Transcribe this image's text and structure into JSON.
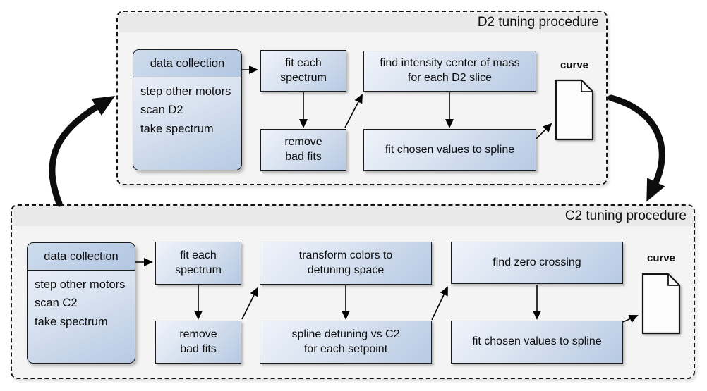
{
  "colors": {
    "node-light": "#eff3fa",
    "node-mid": "#d8e2f0",
    "node-dark": "#b7c9e3",
    "header-light": "#cedbed",
    "header-dark": "#b2c7e2",
    "group-bg": "#f4f4f4",
    "band-bg": "#e9e9e9",
    "line": "#141414"
  },
  "d2": {
    "title": "D2 tuning procedure",
    "curve_label": "curve",
    "nodes": {
      "data_collection": {
        "header": "data collection",
        "lines": [
          "step other motors",
          "scan D2",
          "take spectrum"
        ]
      },
      "fit_each_spectrum": [
        "fit each",
        "spectrum"
      ],
      "remove_bad_fits": [
        "remove",
        "bad fits"
      ],
      "find_intensity": [
        "find intensity center of mass",
        "for each D2 slice"
      ],
      "fit_chosen": [
        "fit chosen values to spline"
      ]
    }
  },
  "c2": {
    "title": "C2 tuning procedure",
    "curve_label": "curve",
    "nodes": {
      "data_collection": {
        "header": "data collection",
        "lines": [
          "step other motors",
          "scan C2",
          "take spectrum"
        ]
      },
      "fit_each_spectrum": [
        "fit each",
        "spectrum"
      ],
      "remove_bad_fits": [
        "remove",
        "bad fits"
      ],
      "transform_colors": [
        "transform colors to",
        "detuning space"
      ],
      "spline_detuning": [
        "spline detuning vs C2",
        "for each setpoint"
      ],
      "find_zero": [
        "find zero crossing"
      ],
      "fit_chosen": [
        "fit chosen values to spline"
      ]
    }
  }
}
